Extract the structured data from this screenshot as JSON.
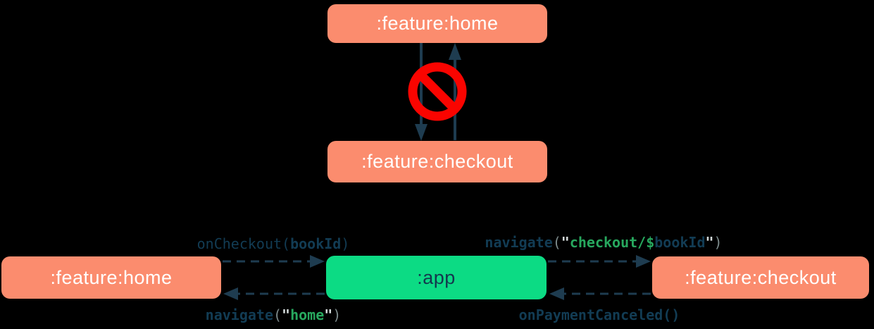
{
  "palette": {
    "background": "#000000",
    "salmon": "#FB8C6E",
    "green": "#0CDB84",
    "white": "#FFFFFF",
    "navy_text": "#14384E",
    "arrow": "#1E3C50",
    "red": "#FA0400",
    "code_navy": "#123C54",
    "code_green": "#27A85E",
    "code_gray": "#7E8C8D",
    "code_quote": "#D5DCDC"
  },
  "forbidden_dependency_diagram": {
    "home_module": ":feature:home",
    "checkout_module": ":feature:checkout",
    "icon": "no-entry-sign",
    "meaning": "direct dependency between feature modules is forbidden"
  },
  "navigation_diagram": {
    "home_module": ":feature:home",
    "app_module": ":app",
    "checkout_module": ":feature:checkout",
    "labels": {
      "on_checkout": [
        {
          "text": "onCheckout(",
          "color": "#123C54",
          "bold": false
        },
        {
          "text": "bookId",
          "color": "#123C54",
          "bold": true
        },
        {
          "text": ")",
          "color": "#123C54",
          "bold": false
        }
      ],
      "navigate_home": [
        {
          "text": "navigate",
          "color": "#123C54",
          "bold": true
        },
        {
          "text": "(",
          "color": "#7E8C8D",
          "bold": false
        },
        {
          "text": "\"",
          "color": "#D5DCDC",
          "bold": true
        },
        {
          "text": "home",
          "color": "#27A85E",
          "bold": true
        },
        {
          "text": "\"",
          "color": "#D5DCDC",
          "bold": true
        },
        {
          "text": ")",
          "color": "#7E8C8D",
          "bold": false
        }
      ],
      "navigate_checkout": [
        {
          "text": "navigate",
          "color": "#123C54",
          "bold": true
        },
        {
          "text": "(",
          "color": "#7E8C8D",
          "bold": false
        },
        {
          "text": "\"",
          "color": "#D5DCDC",
          "bold": true
        },
        {
          "text": "checkout/$",
          "color": "#27A85E",
          "bold": true
        },
        {
          "text": "bookId",
          "color": "#123C54",
          "bold": true
        },
        {
          "text": "\"",
          "color": "#D5DCDC",
          "bold": true
        },
        {
          "text": ")",
          "color": "#7E8C8D",
          "bold": false
        }
      ],
      "on_payment_canceled": [
        {
          "text": "onPaymentCanceled()",
          "color": "#123C54",
          "bold": true
        }
      ]
    }
  }
}
